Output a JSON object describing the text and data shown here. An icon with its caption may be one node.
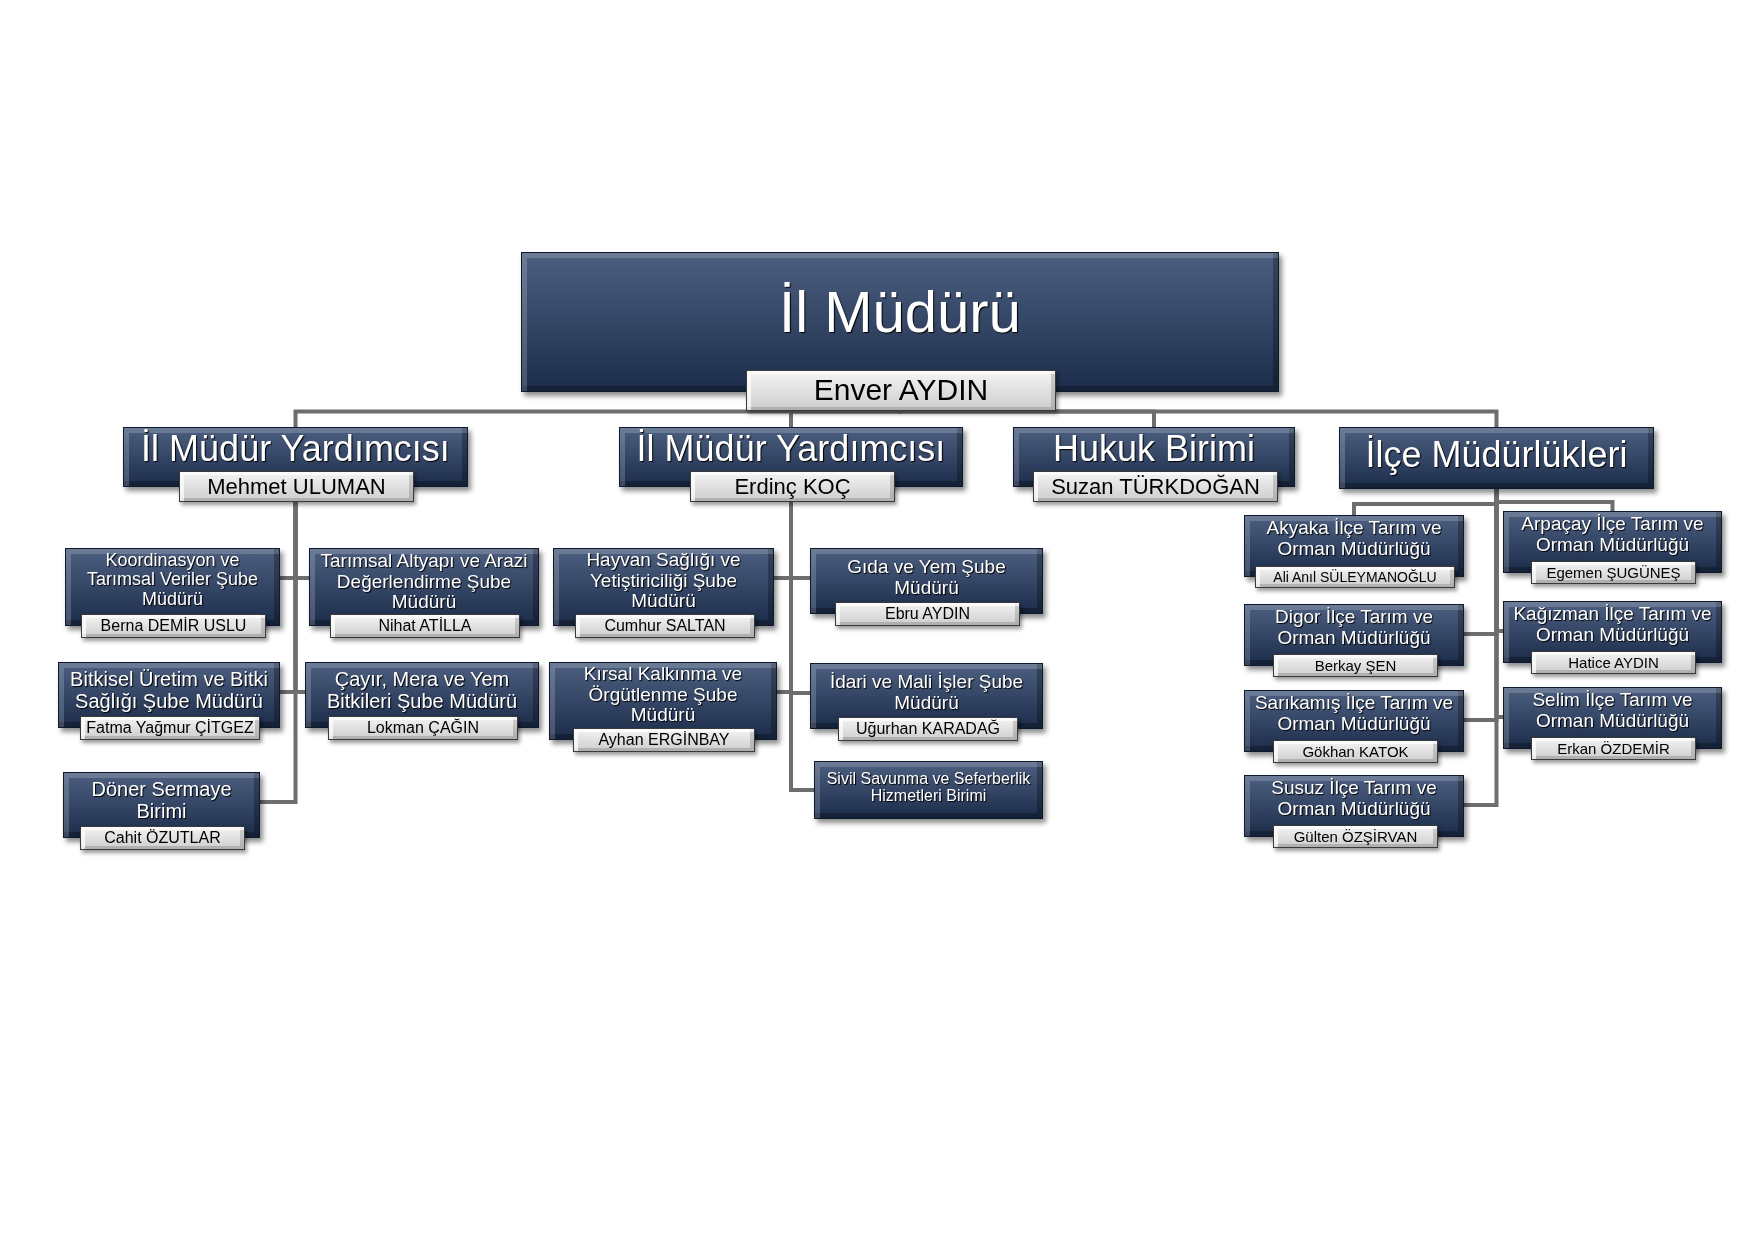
{
  "diagram": {
    "nodes": [
      {
        "text": [
          "İl Müdürü",
          "Enver AYDIN"
        ]
      },
      {
        "text": [
          "İl Müdür Yardımcısı",
          "Mehmet ULUMAN"
        ]
      },
      {
        "text": [
          "İl Müdür Yardımcısı",
          "Erdinç KOÇ"
        ]
      },
      {
        "text": [
          "Hukuk Birimi",
          "Suzan TÜRKDOĞAN"
        ]
      },
      {
        "text": [
          "İlçe Müdürlükleri"
        ]
      },
      {
        "text": [
          "Koordinasyon ve Tarımsal Veriler Şube Müdürü",
          "Berna DEMİR USLU"
        ]
      },
      {
        "text": [
          "Tarımsal Altyapı ve Arazi Değerlendirme Şube Müdürü",
          "Nihat ATİLLA"
        ]
      },
      {
        "text": [
          "Bitkisel Üretim ve Bitki Sağlığı Şube Müdürü",
          "Fatma Yağmur ÇİTGEZ"
        ]
      },
      {
        "text": [
          "Çayır, Mera ve Yem Bitkileri Şube Müdürü",
          "Lokman ÇAĞIN"
        ]
      },
      {
        "text": [
          "Döner Sermaye Birimi",
          "Cahit ÖZUTLAR"
        ]
      },
      {
        "text": [
          "Hayvan Sağlığı ve Yetiştiriciliği Şube Müdürü",
          "Cumhur SALTAN"
        ]
      },
      {
        "text": [
          "Gıda ve Yem Şube Müdürü",
          "Ebru AYDIN"
        ]
      },
      {
        "text": [
          "Kırsal Kalkınma ve Örgütlenme Şube Müdürü",
          "Ayhan ERGİNBAY"
        ]
      },
      {
        "text": [
          "İdari ve Mali İşler Şube Müdürü",
          "Uğurhan KARADAĞ"
        ]
      },
      {
        "text": [
          "Sivil Savunma ve Seferberlik Hizmetleri Birimi"
        ]
      },
      {
        "text": [
          "Akyaka İlçe Tarım ve Orman Müdürlüğü",
          "Ali Anıl SÜLEYMANOĞLU"
        ]
      },
      {
        "text": [
          "Digor İlçe Tarım ve Orman Müdürlüğü",
          "Berkay ŞEN"
        ]
      },
      {
        "text": [
          "Sarıkamış İlçe Tarım ve Orman Müdürlüğü",
          "Gökhan KATOK"
        ]
      },
      {
        "text": [
          "Susuz İlçe Tarım ve Orman Müdürlüğü",
          "Gülten ÖZŞİRVAN"
        ]
      },
      {
        "text": [
          "Arpaçay İlçe Tarım ve Orman Müdürlüğü",
          "Egemen ŞUGÜNEŞ"
        ]
      },
      {
        "text": [
          "Kağızman İlçe Tarım ve Orman Müdürlüğü",
          "Hatice AYDIN"
        ]
      },
      {
        "text": [
          "Selim İlçe Tarım ve Orman Müdürlüğü",
          "Erkan ÖZDEMİR"
        ]
      }
    ],
    "edges": [
      {
        "from": 0,
        "to": 1,
        "arrow": "none"
      },
      {
        "from": 0,
        "to": 2,
        "arrow": "none"
      },
      {
        "from": 0,
        "to": 3,
        "arrow": "none"
      },
      {
        "from": 0,
        "to": 4,
        "arrow": "none"
      },
      {
        "from": 1,
        "to": 5,
        "arrow": "none"
      },
      {
        "from": 1,
        "to": 6,
        "arrow": "none"
      },
      {
        "from": 1,
        "to": 7,
        "arrow": "none"
      },
      {
        "from": 1,
        "to": 8,
        "arrow": "none"
      },
      {
        "from": 1,
        "to": 9,
        "arrow": "none"
      },
      {
        "from": 2,
        "to": 10,
        "arrow": "none"
      },
      {
        "from": 2,
        "to": 11,
        "arrow": "none"
      },
      {
        "from": 2,
        "to": 12,
        "arrow": "none"
      },
      {
        "from": 2,
        "to": 13,
        "arrow": "none"
      },
      {
        "from": 2,
        "to": 14,
        "arrow": "none"
      },
      {
        "from": 4,
        "to": 15,
        "arrow": "none"
      },
      {
        "from": 4,
        "to": 16,
        "arrow": "none"
      },
      {
        "from": 4,
        "to": 17,
        "arrow": "none"
      },
      {
        "from": 4,
        "to": 18,
        "arrow": "none"
      },
      {
        "from": 4,
        "to": 19,
        "arrow": "none"
      },
      {
        "from": 4,
        "to": 20,
        "arrow": "none"
      },
      {
        "from": 4,
        "to": 21,
        "arrow": "none"
      }
    ]
  }
}
